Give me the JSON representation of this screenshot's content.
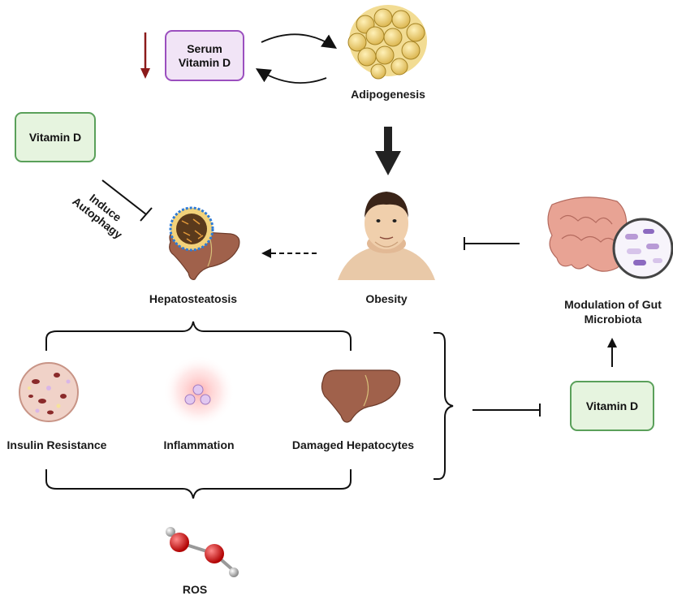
{
  "labels": {
    "serum_vitamin_d": "Serum\nVitamin D",
    "adipogenesis": "Adipogenesis",
    "vitamin_d_top": "Vitamin D",
    "induce_autophagy": "Induce\nAutophagy",
    "hepatosteatosis": "Hepatosteatosis",
    "obesity": "Obesity",
    "modulation_gut": "Modulation of Gut\nMicrobiota",
    "insulin_resistance": "Insulin Resistance",
    "inflammation": "Inflammation",
    "damaged_hepatocytes": "Damaged Hepatocytes",
    "vitamin_d_right": "Vitamin D",
    "ros": "ROS"
  },
  "colors": {
    "green_fill": "#e6f4df",
    "green_border": "#5aa05a",
    "purple_fill": "#f1e4f6",
    "purple_border": "#9b4fbf",
    "down_arrow": "#8b1a1a",
    "liver": "#a0614b",
    "fat_cell": "#e8c96a"
  }
}
